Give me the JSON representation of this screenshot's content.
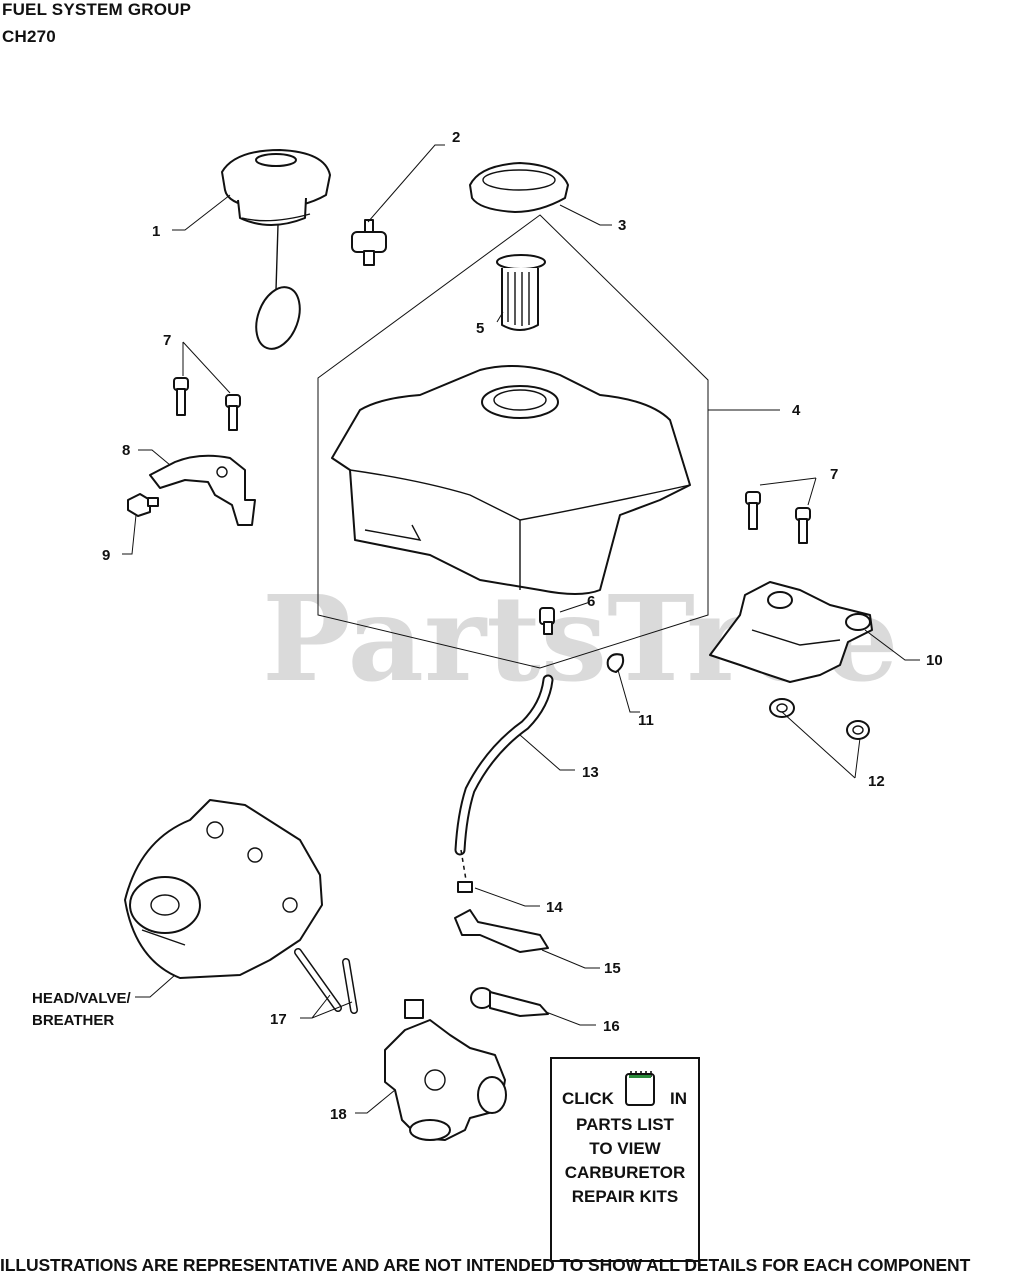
{
  "header": {
    "title": "FUEL SYSTEM GROUP",
    "model": "CH270"
  },
  "watermark": "PartsTree",
  "callouts": {
    "c1": "1",
    "c2": "2",
    "c3": "3",
    "c4": "4",
    "c5": "5",
    "c6": "6",
    "c7a": "7",
    "c7b": "7",
    "c8": "8",
    "c9": "9",
    "c10": "10",
    "c11": "11",
    "c12": "12",
    "c13": "13",
    "c14": "14",
    "c15": "15",
    "c16": "16",
    "c17": "17",
    "c18": "18"
  },
  "head_label": {
    "line1": "HEAD/VALVE/",
    "line2": "BREATHER"
  },
  "note": {
    "click": "CLICK",
    "in": "IN",
    "line1": "PARTS LIST",
    "line2": "TO VIEW",
    "line3": "CARBURETOR",
    "line4": "REPAIR KITS",
    "icon": "parts-list-notepad-icon"
  },
  "footer": "ILLUSTRATIONS ARE REPRESENTATIVE AND ARE NOT INTENDED TO SHOW ALL DETAILS FOR EACH COMPONENT"
}
